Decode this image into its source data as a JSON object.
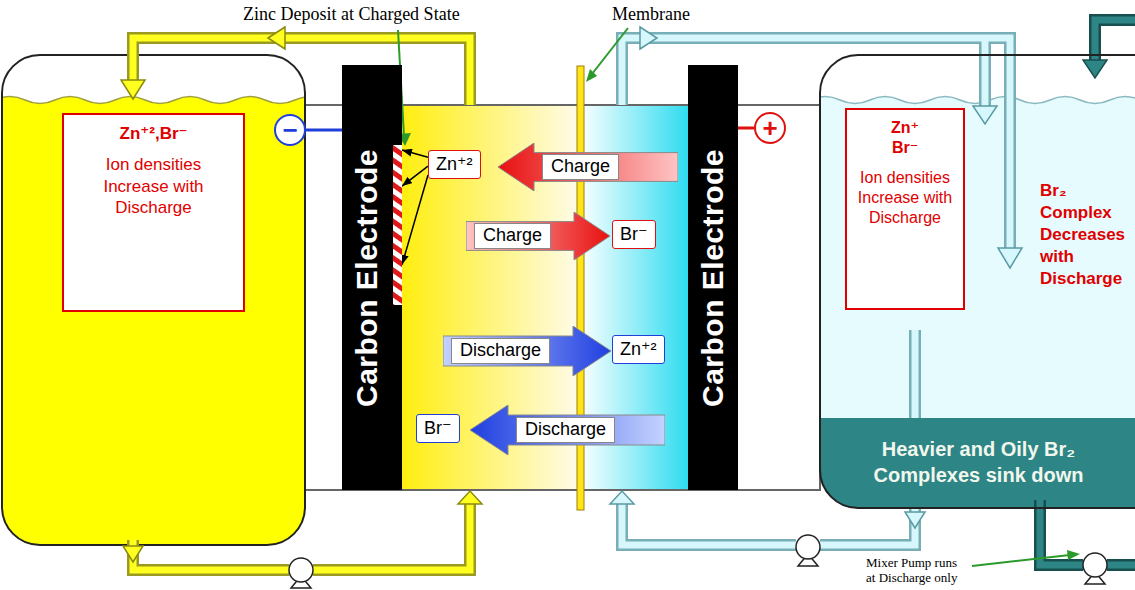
{
  "diagram": {
    "nodes": [
      {
        "text": [
          "Zn⁺²,Br⁻",
          "Ion densities Increase with Discharge"
        ]
      },
      {
        "text": [
          "−"
        ]
      },
      {
        "text": [
          "Carbon Electrode"
        ]
      },
      {
        "text": [
          "Zn⁺²"
        ]
      },
      {
        "text": [
          "Charge"
        ]
      },
      {
        "text": [
          "Charge"
        ]
      },
      {
        "text": [
          "Br⁻"
        ]
      },
      {
        "text": [
          "Discharge"
        ]
      },
      {
        "text": [
          "Zn⁺²"
        ]
      },
      {
        "text": [
          "Br⁻"
        ]
      },
      {
        "text": [
          "Discharge"
        ]
      },
      {
        "text": [
          "Carbon Electrode"
        ]
      },
      {
        "text": [
          "+"
        ]
      },
      {
        "text": [
          "Zn⁺ Br⁻",
          "Ion densities Increase with Discharge"
        ]
      },
      {
        "text": [
          "Heavier and Oily Br₂ Complexes sink down"
        ]
      }
    ],
    "edges": [
      {
        "from": 1,
        "to": 2,
        "arrow": "none"
      },
      {
        "from": 3,
        "to": 2,
        "arrow": "to"
      },
      {
        "from": 3,
        "to": 2,
        "arrow": "to"
      },
      {
        "from": 3,
        "to": 2,
        "arrow": "to"
      },
      {
        "from": 11,
        "to": 12,
        "arrow": "none"
      }
    ],
    "labels": [
      "Zinc Deposit at Charged State",
      "Membrane",
      "Br₂ Complex Decreases with Discharge",
      "Mixer Pump runs at Discharge only"
    ]
  }
}
